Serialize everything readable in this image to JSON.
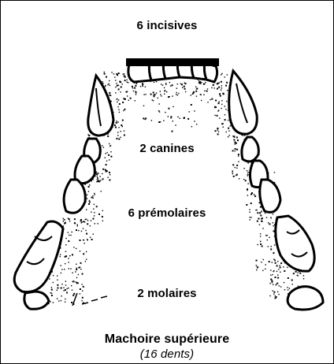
{
  "labels": {
    "incisors": "6 incisives",
    "canines": "2 canines",
    "premolars": "6 prémolaires",
    "molars": "2 molaires",
    "title": "Machoire supérieure",
    "subtitle": "(16 dents)"
  },
  "colors": {
    "ink": "#000000",
    "paper": "#ffffff"
  }
}
